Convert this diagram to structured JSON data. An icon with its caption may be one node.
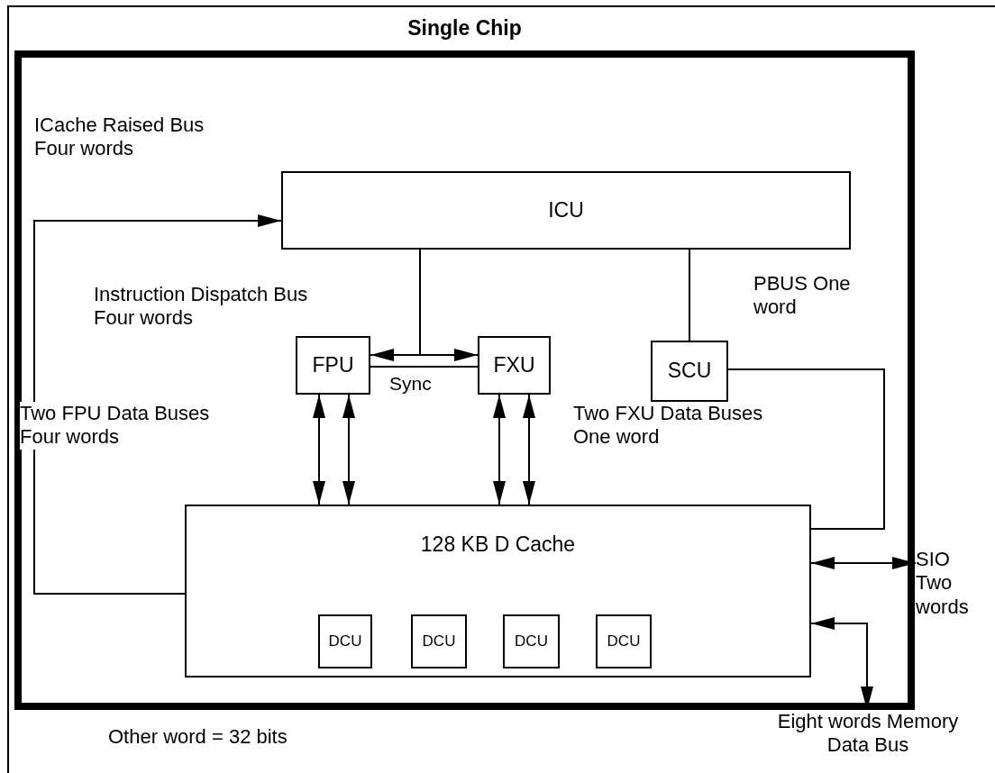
{
  "diagram": {
    "nodes": [
      {
        "text": [
          "Single Chip"
        ]
      },
      {
        "text": [
          "ICU"
        ],
        "in": 0
      },
      {
        "text": [
          "FPU"
        ],
        "in": 0
      },
      {
        "text": [
          "FXU"
        ],
        "in": 0
      },
      {
        "text": [
          "SCU"
        ],
        "in": 0
      },
      {
        "text": [
          "128 KB D Cache"
        ],
        "in": 0
      },
      {
        "text": [
          "DCU"
        ],
        "in": 5
      },
      {
        "text": [
          "DCU"
        ],
        "in": 5
      },
      {
        "text": [
          "DCU"
        ],
        "in": 5
      },
      {
        "text": [
          "DCU"
        ],
        "in": 5
      },
      {
        "text": [
          "Eight words Memory Data Bus"
        ]
      },
      {
        "text": [
          "SIO Two words"
        ]
      }
    ],
    "edges": [
      {
        "from": 5,
        "to": 1,
        "arrow": "to"
      },
      {
        "from": 1,
        "to": 2,
        "arrow": "to"
      },
      {
        "from": 1,
        "to": 3,
        "arrow": "to"
      },
      {
        "from": 2,
        "to": 3,
        "arrow": "none",
        "label": "Sync"
      },
      {
        "from": 1,
        "to": 4,
        "arrow": "none"
      },
      {
        "from": 4,
        "to": 5,
        "arrow": "none"
      },
      {
        "from": 2,
        "to": 5,
        "arrow": "both"
      },
      {
        "from": 2,
        "to": 5,
        "arrow": "both"
      },
      {
        "from": 3,
        "to": 5,
        "arrow": "both"
      },
      {
        "from": 3,
        "to": 5,
        "arrow": "both"
      },
      {
        "from": 5,
        "to": 11,
        "arrow": "both"
      },
      {
        "from": 5,
        "to": 10,
        "arrow": "both"
      }
    ],
    "labels": [
      "ICache Raised Bus Four words",
      "Instruction Dispatch Bus Four words",
      "PBUS One word",
      "Two FPU Data Buses Four words",
      "Two FXU Data Buses One word",
      "Other word = 32 bits"
    ]
  }
}
